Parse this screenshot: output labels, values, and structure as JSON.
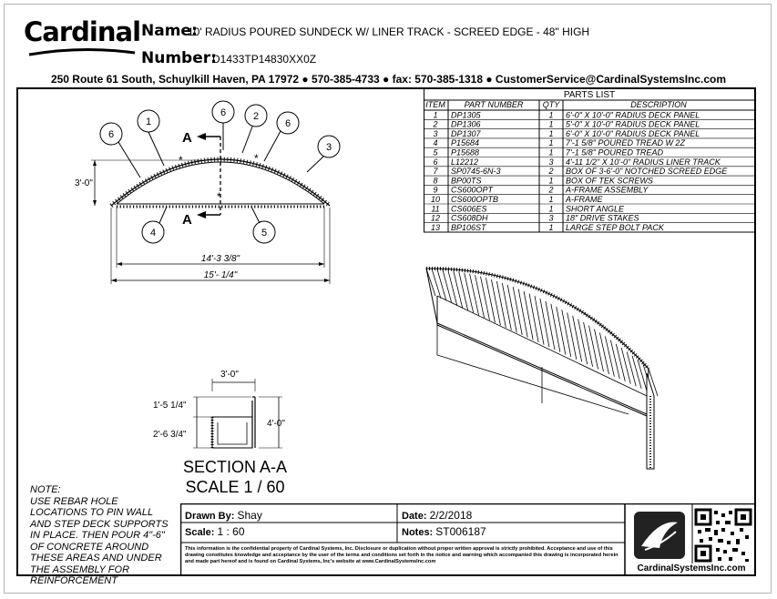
{
  "brand": {
    "logo_text": "Cardinal",
    "website": "CardinalSystemsInc.com"
  },
  "header": {
    "name_label": "Name:",
    "name_value": "10' RADIUS POURED SUNDECK W/ LINER TRACK - SCREED EDGE - 48\" HIGH",
    "number_label": "Number:",
    "number_value": "D1433TP14830XX0Z",
    "address": "250 Route 61 South, Schuylkill Haven, PA 17972 ● 570-385-4733 ● fax: 570-385-1318 ● CustomerService@CardinalSystemsInc.com"
  },
  "parts_list": {
    "title": "PARTS LIST",
    "columns": [
      "ITEM",
      "PART NUMBER",
      "QTY",
      "DESCRIPTION"
    ],
    "rows": [
      [
        "1",
        "DP1305",
        "1",
        "6'-0\" X 10'-0\" RADIUS DECK PANEL"
      ],
      [
        "2",
        "DP1306",
        "1",
        "5'-0\" X 10'-0\" RADIUS DECK PANEL"
      ],
      [
        "3",
        "DP1307",
        "1",
        "6'-0\" X 10'-0\" RADIUS DECK PANEL"
      ],
      [
        "4",
        "P15684",
        "1",
        "7'-1 5/8\" POURED TREAD W 2Z"
      ],
      [
        "5",
        "P15688",
        "1",
        "7'-1 5/8\" POURED TREAD"
      ],
      [
        "6",
        "L12212",
        "3",
        "4'-11 1/2\" X 10'-0\" RADIUS LINER TRACK"
      ],
      [
        "7",
        "SP0745-6N-3",
        "2",
        "BOX OF 3-6'-0\" NOTCHED SCREED EDGE"
      ],
      [
        "8",
        "BP00TS",
        "1",
        "BOX OF TEK SCREWS"
      ],
      [
        "9",
        "CS600OPT",
        "2",
        "A-FRAME ASSEMBLY"
      ],
      [
        "10",
        "CS600OPTB",
        "1",
        "A-FRAME"
      ],
      [
        "11",
        "CS606ES",
        "1",
        "SHORT ANGLE"
      ],
      [
        "12",
        "CS608DH",
        "3",
        "18\" DRIVE STAKES"
      ],
      [
        "13",
        "BP106ST",
        "1",
        "LARGE STEP BOLT PACK"
      ]
    ]
  },
  "plan_view": {
    "callouts": [
      "1",
      "2",
      "3",
      "4",
      "5",
      "6",
      "6",
      "6"
    ],
    "section_marker": "A",
    "dim_height": "3'-0\"",
    "dim_inner": "14'-3 3/8\"",
    "dim_outer": "15'- 1/4\""
  },
  "section": {
    "dim_top": "3'-0\"",
    "dim_upper": "1'-5 1/4\"",
    "dim_lower": "2'-6 3/4\"",
    "dim_total": "4'-0\"",
    "title_line1": "SECTION A-A",
    "title_line2": "SCALE 1 / 60"
  },
  "note": "NOTE:\nUSE REBAR HOLE LOCATIONS TO PIN WALL AND STEP DECK SUPPORTS IN PLACE. THEN POUR 4\"-6\" OF CONCRETE AROUND THESE AREAS AND UNDER THE ASSEMBLY FOR REINFORCEMENT",
  "title_block": {
    "drawn_by_label": "Drawn By:",
    "drawn_by_value": "Shay",
    "date_label": "Date:",
    "date_value": "2/2/2018",
    "scale_label": "Scale:",
    "scale_value": "1 : 60",
    "notes_label": "Notes:",
    "notes_value": "ST006187",
    "disclaimer": "This information is the confidential property of Cardinal Systems, Inc. Disclosure or duplication without proper written approval is strictly prohibited. Acceptance and use of this drawing constitutes knowledge and acceptance by the user of the terms and conditions set forth in the notice and warning which accompanied this drawing is incorporated herein and made part hereof and is found on Cardinal Systems, Inc's website at www.CardinalSystemsInc.com"
  }
}
